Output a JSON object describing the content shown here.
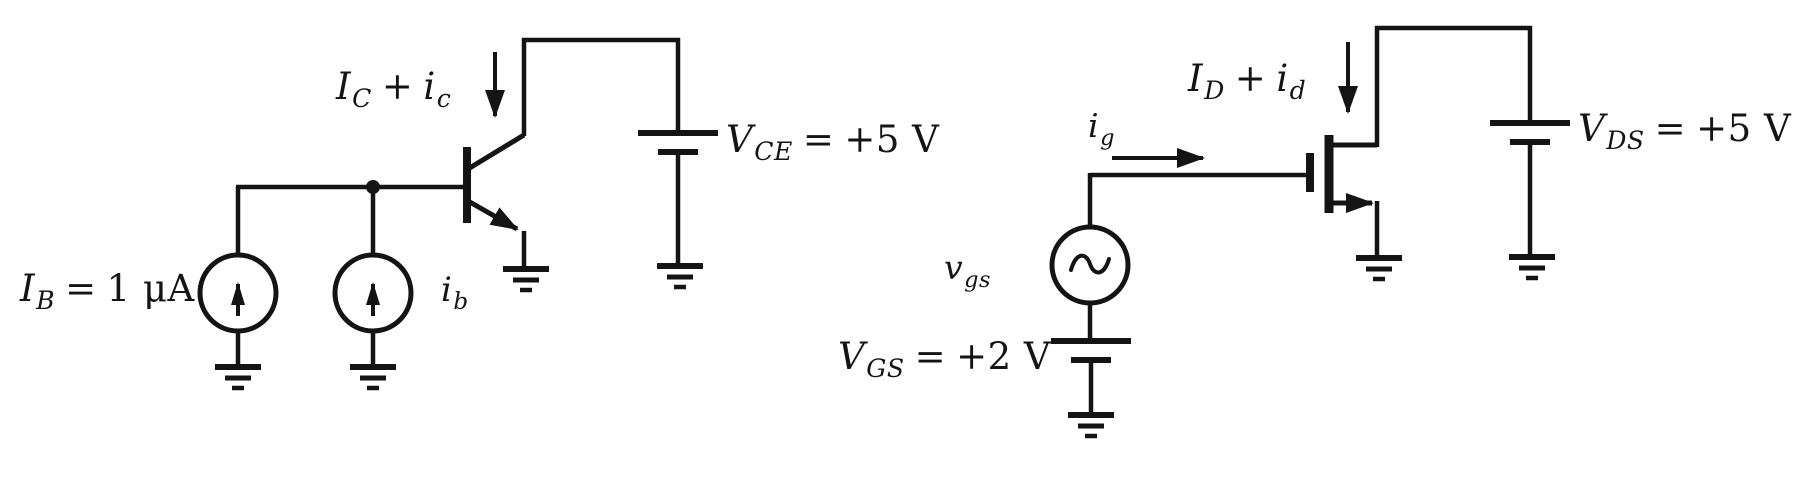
{
  "figure": {
    "background": "#ffffff",
    "ink": "#141414"
  },
  "bjt_circuit": {
    "labels": {
      "collector_current": {
        "v1": "I",
        "s1": "C",
        "op": "+",
        "v2": "i",
        "s2": "c"
      },
      "vce": {
        "v": "V",
        "s": "CE",
        "eq": "=",
        "val": "+5 V"
      },
      "base_bias": {
        "v": "I",
        "s": "B",
        "eq": "=",
        "val": "1 μA"
      },
      "base_signal": {
        "v": "i",
        "s": "b"
      }
    }
  },
  "mosfet_circuit": {
    "labels": {
      "drain_current": {
        "v1": "I",
        "s1": "D",
        "op": "+",
        "v2": "i",
        "s2": "d"
      },
      "vds": {
        "v": "V",
        "s": "DS",
        "eq": "=",
        "val": "+5 V"
      },
      "gate_current": {
        "v": "i",
        "s": "g"
      },
      "gate_signal": {
        "v": "v",
        "s": "gs"
      },
      "vgs": {
        "v": "V",
        "s": "GS",
        "eq": "=",
        "val": "+2 V"
      }
    }
  }
}
